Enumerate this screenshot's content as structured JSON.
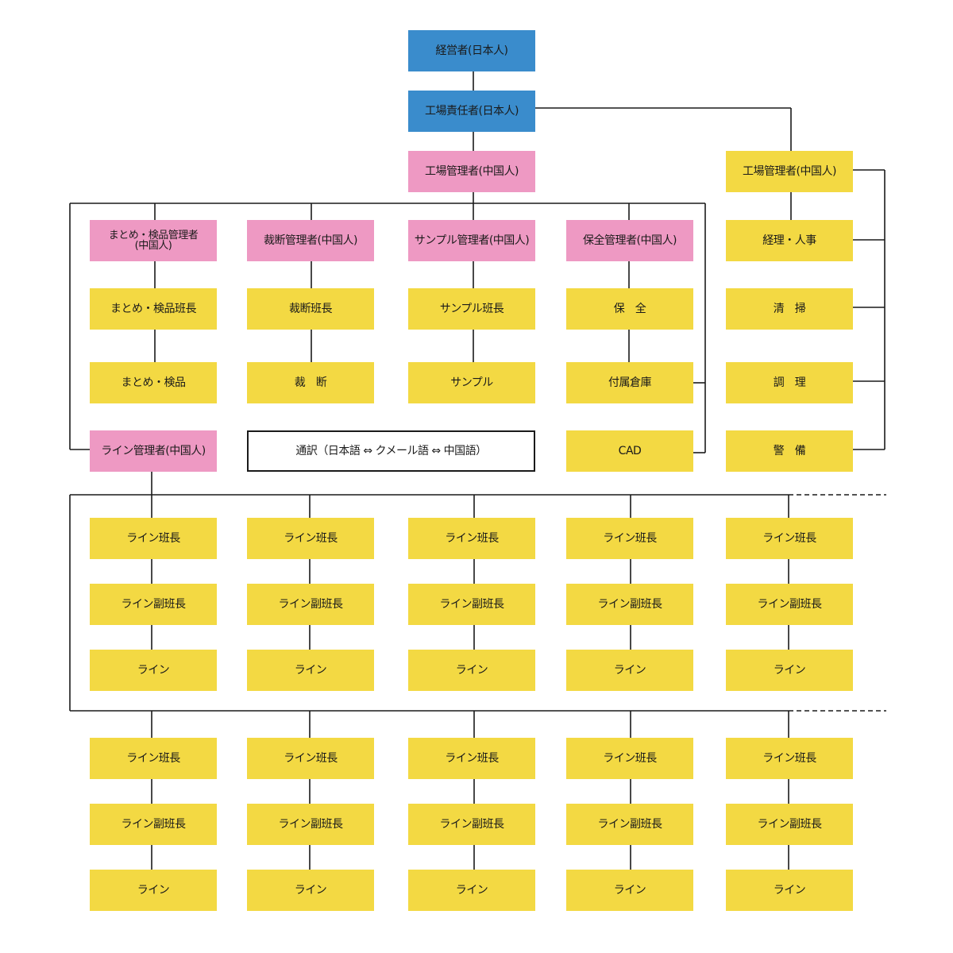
{
  "palette": {
    "blue": "#3a8ccc",
    "pink": "#ee99c3",
    "yellow": "#f3d943",
    "line": "#1a1a1a"
  },
  "top": {
    "ceo": "経営者(日本人)",
    "factory_head": "工場責任者(日本人)",
    "factory_manager": "工場管理者(中国人)"
  },
  "departments": [
    {
      "manager": "まとめ・検品管理者\n(中国人)",
      "leader": "まとめ・検品班長",
      "staff": "まとめ・検品"
    },
    {
      "manager": "裁断管理者(中国人)",
      "leader": "裁断班長",
      "staff": "裁　断"
    },
    {
      "manager": "サンプル管理者(中国人)",
      "leader": "サンプル班長",
      "staff": "サンプル"
    },
    {
      "manager": "保全管理者(中国人)",
      "leader": "保　全",
      "staff": "付属倉庫"
    }
  ],
  "cad": "CAD",
  "line_manager": "ライン管理者(中国人)",
  "translation": "通訳（日本語 ⇔ クメール語 ⇔ 中国語）",
  "admin": {
    "manager": "工場管理者(中国人)",
    "items": [
      "経理・人事",
      "清　掃",
      "調　理",
      "警　備"
    ]
  },
  "lines": {
    "leader": "ライン班長",
    "deputy": "ライン副班長",
    "worker": "ライン"
  }
}
